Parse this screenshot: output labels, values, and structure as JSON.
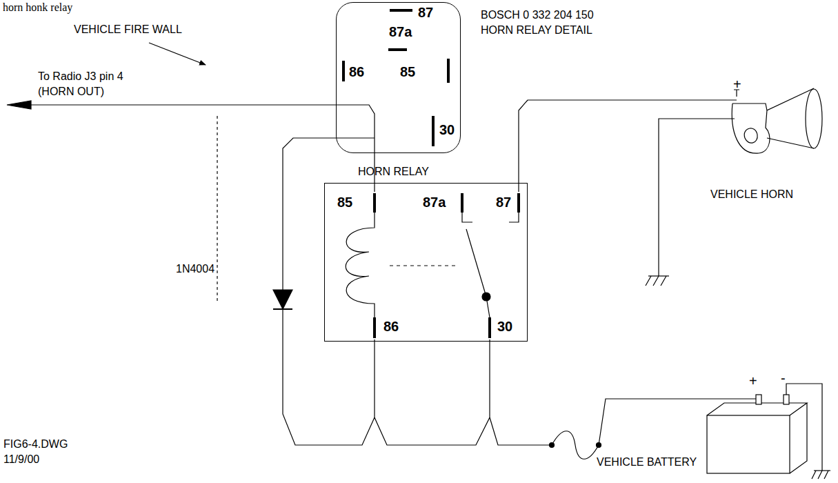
{
  "diagram": {
    "title": "horn honk relay",
    "nodes": [
      {
        "text": [
          "87",
          "87a",
          "86",
          "85",
          "30",
          "HORN RELAY"
        ]
      },
      {
        "text": [
          "85",
          "87a",
          "87",
          "86",
          "30"
        ]
      }
    ],
    "labels": [
      "VEHICLE FIRE WALL",
      "To Radio J3 pin 4",
      "(HORN OUT)",
      "BOSCH 0 332 204 150",
      "HORN RELAY DETAIL",
      "1N4004",
      "+",
      "VEHICLE HORN",
      "+",
      "-",
      "VEHICLE BATTERY",
      "FIG6-4.DWG",
      "11/9/00"
    ]
  }
}
